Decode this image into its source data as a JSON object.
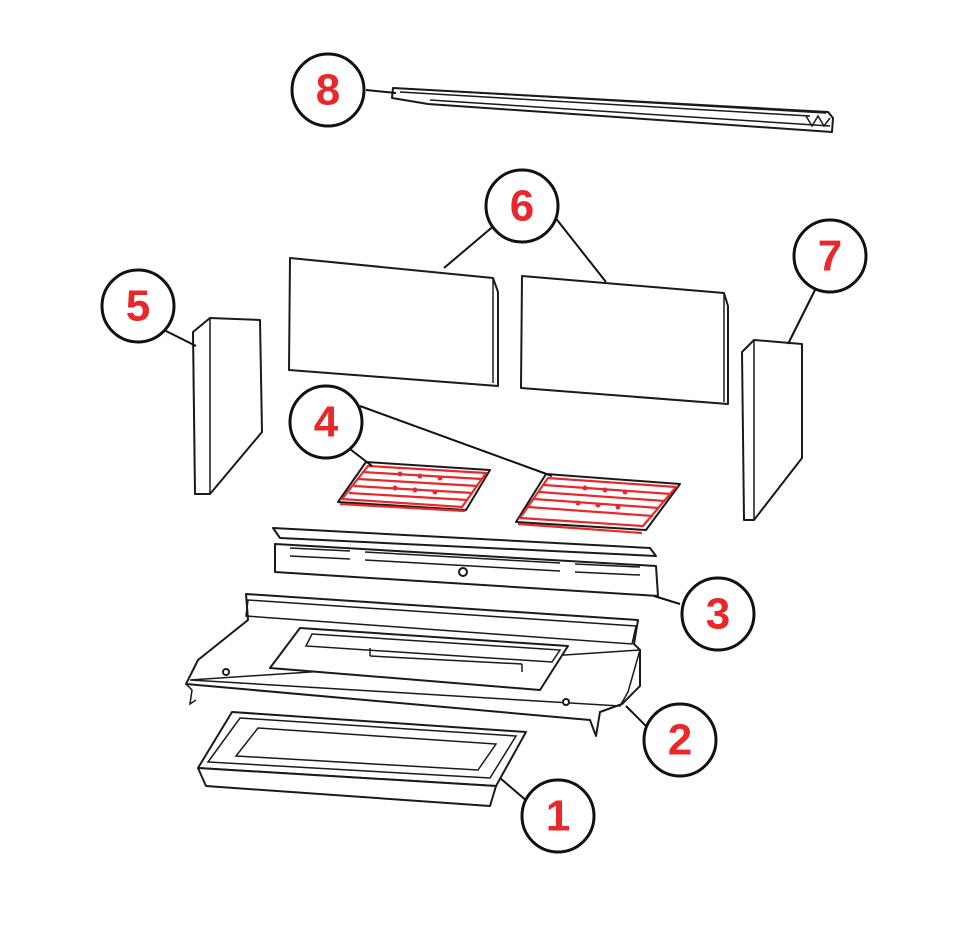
{
  "callouts": [
    {
      "id": "1",
      "label": "1"
    },
    {
      "id": "2",
      "label": "2"
    },
    {
      "id": "3",
      "label": "3"
    },
    {
      "id": "4",
      "label": "4"
    },
    {
      "id": "5",
      "label": "5"
    },
    {
      "id": "6",
      "label": "6"
    },
    {
      "id": "7",
      "label": "7"
    },
    {
      "id": "8",
      "label": "8"
    }
  ],
  "colors": {
    "callout_text": "#e8282a",
    "line": "#1a1a1a",
    "highlight": "#e8282a"
  }
}
